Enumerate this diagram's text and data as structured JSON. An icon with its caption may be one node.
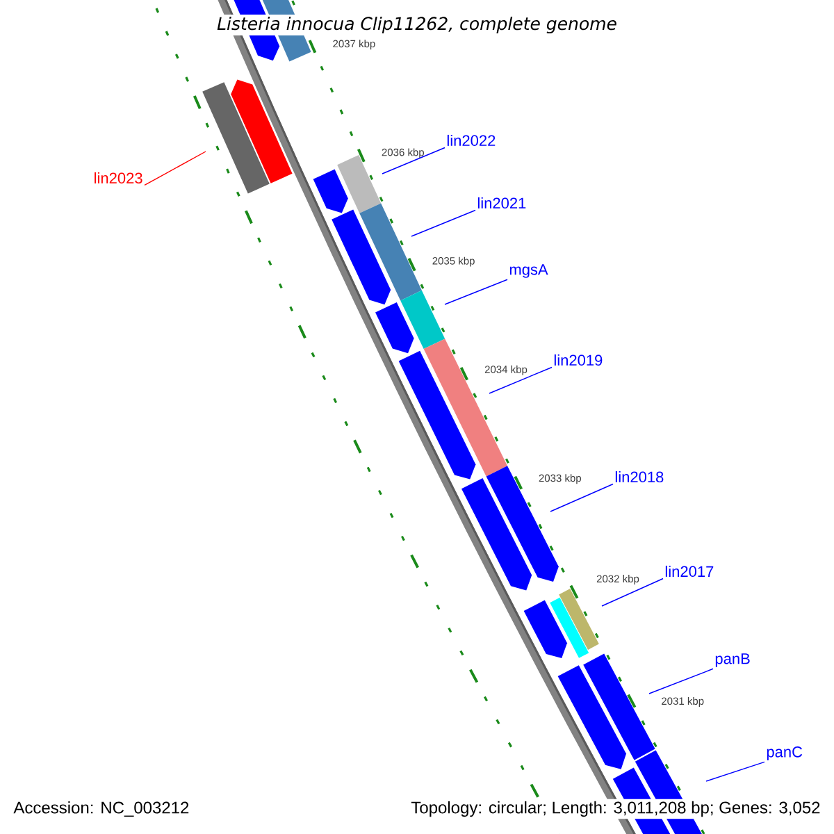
{
  "diagram": {
    "title": "Listeria innocua Clip11262, complete genome",
    "nodes": [
      {
        "text": [
          "lin2022"
        ]
      },
      {
        "text": [
          "lin2023"
        ]
      },
      {
        "text": [
          "lin2021"
        ]
      },
      {
        "text": [
          "mgsA"
        ]
      },
      {
        "text": [
          "lin2019"
        ]
      },
      {
        "text": [
          "lin2018"
        ]
      },
      {
        "text": [
          "lin2017"
        ]
      },
      {
        "text": [
          "panB"
        ]
      },
      {
        "text": [
          "panC"
        ]
      }
    ],
    "edges": [
      {
        "from": 0,
        "to": null,
        "arrow": "none"
      },
      {
        "from": 1,
        "to": null,
        "arrow": "none",
        "color": "#ff0000"
      },
      {
        "from": 2,
        "to": null,
        "arrow": "none"
      },
      {
        "from": 3,
        "to": null,
        "arrow": "none"
      },
      {
        "from": 4,
        "to": null,
        "arrow": "none"
      },
      {
        "from": 5,
        "to": null,
        "arrow": "none"
      },
      {
        "from": 6,
        "to": null,
        "arrow": "none"
      },
      {
        "from": 7,
        "to": null,
        "arrow": "none"
      },
      {
        "from": 8,
        "to": null,
        "arrow": "none"
      }
    ],
    "labels": [
      "2037 kbp",
      "2036 kbp",
      "2035 kbp",
      "2034 kbp",
      "2033 kbp",
      "2032 kbp",
      "2031 kbp",
      "Accession: NC_003212",
      "Topology: circular; Length: 3,011,208 bp; Genes: 3,052"
    ]
  }
}
